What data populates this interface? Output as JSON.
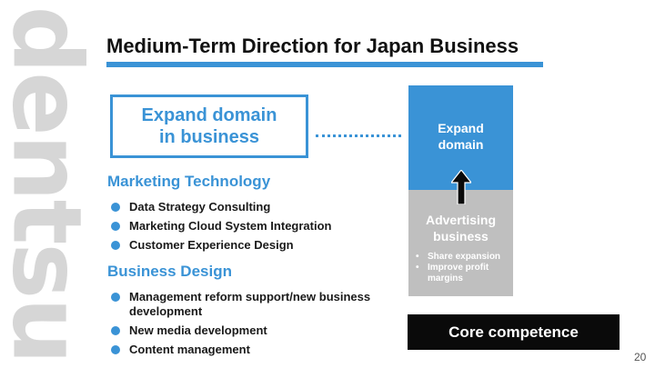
{
  "logo": {
    "text": "dentsu"
  },
  "slide": {
    "title": "Medium-Term Direction for Japan Business",
    "page_number": "20"
  },
  "expand_box": {
    "label": "Expand domain in business"
  },
  "sections": [
    {
      "heading": "Marketing Technology",
      "items": [
        "Data Strategy Consulting",
        "Marketing Cloud System Integration",
        "Customer Experience Design"
      ]
    },
    {
      "heading": "Business Design",
      "items": [
        "Management reform support/new business development",
        "New media development",
        "Content management"
      ]
    }
  ],
  "diagram": {
    "top_block": "Expand domain",
    "bottom_block": "Advertising business",
    "bottom_bullets": [
      "Share expansion",
      "Improve profit margins"
    ],
    "base": "Core competence"
  },
  "colors": {
    "accent": "#3a93d6",
    "grey_block": "#bfbfbf",
    "base_block": "#0a0a0a",
    "watermark": "#d6d6d6"
  },
  "icons": {
    "bullet": "filled-circle",
    "arrow": "up-arrow-icon"
  }
}
